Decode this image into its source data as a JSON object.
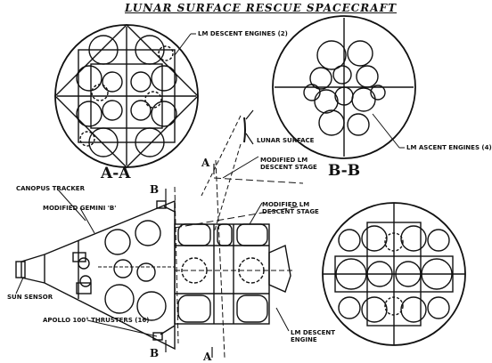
{
  "title": "LUNAR SURFACE RESCUE SPACECRAFT",
  "sections": {
    "aa": "A-A",
    "bb": "B-B"
  },
  "cut_marks": {
    "a_top": "A",
    "a_bottom": "A",
    "b_top": "B",
    "b_bottom": "B"
  },
  "labels": {
    "lm_descent_engines": "LM DESCENT ENGINES (2)",
    "lunar_surface": "LUNAR SURFACE",
    "lm_ascent_engines": "LM ASCENT ENGINES (4)",
    "modified_lm_descent_stage_top": "MODIFIED LM\nDESCENT STAGE",
    "modified_lm_descent_stage_mid": "MODIFIED LM\nDESCENT STAGE",
    "canopus_tracker": "CANOPUS TRACKER",
    "modified_gemini_b": "MODIFIED GEMINI 'B'",
    "sun_sensor": "SUN SENSOR",
    "apollo_thrusters": "APOLLO 100° THRUSTERS (16)",
    "lm_descent_engine": "LM DESCENT\nENGINE"
  },
  "colors": {
    "ink": "#111111",
    "paper": "#ffffff"
  }
}
